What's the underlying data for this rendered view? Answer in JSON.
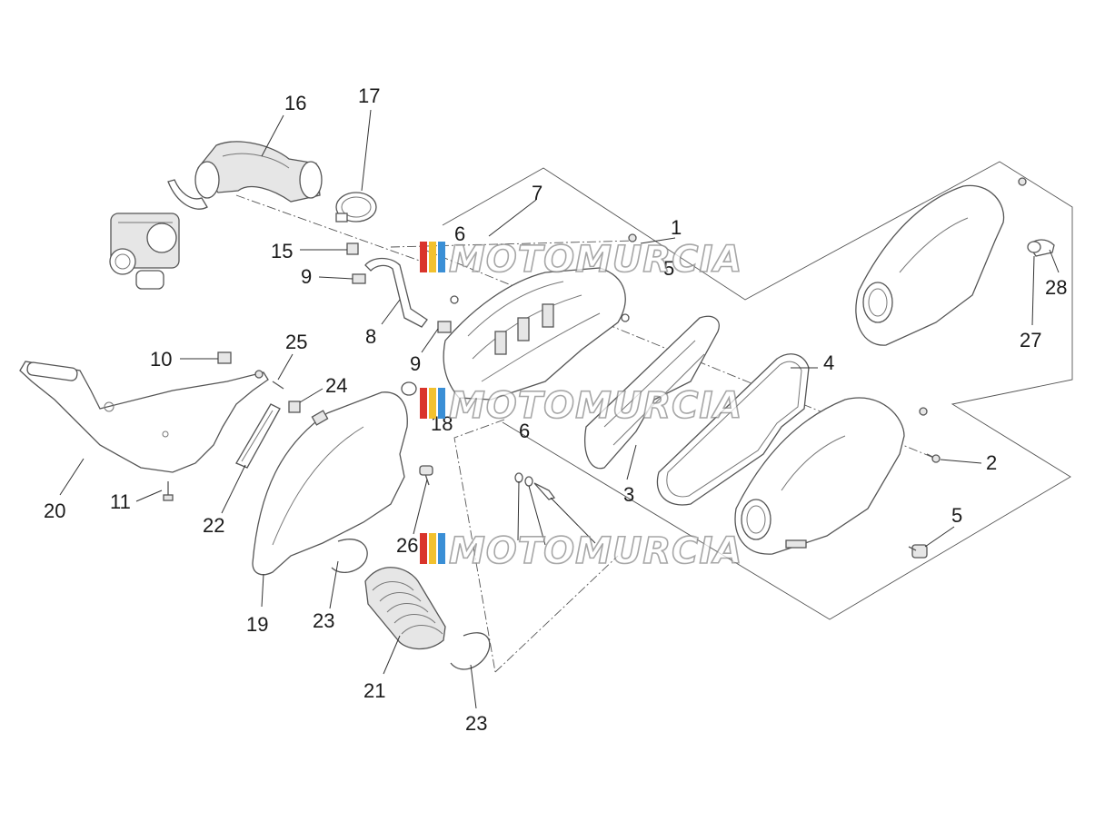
{
  "callouts": {
    "c1": "1",
    "c2": "2",
    "c3": "3",
    "c4": "4",
    "c5": "5",
    "c5b": "5",
    "c6a": "6",
    "c6b": "6",
    "c7": "7",
    "c8": "8",
    "c9a": "9",
    "c9b": "9",
    "c10": "10",
    "c11": "11",
    "c15": "15",
    "c16": "16",
    "c17": "17",
    "c18": "18",
    "c19": "19",
    "c20": "20",
    "c21": "21",
    "c22": "22",
    "c23a": "23",
    "c23b": "23",
    "c24": "24",
    "c25": "25",
    "c26": "26",
    "c27": "27",
    "c28": "28"
  },
  "watermark": {
    "text": "MOTOMURCIA",
    "colors": [
      "#d9342b",
      "#f2c12e",
      "#3a8fd6"
    ]
  }
}
